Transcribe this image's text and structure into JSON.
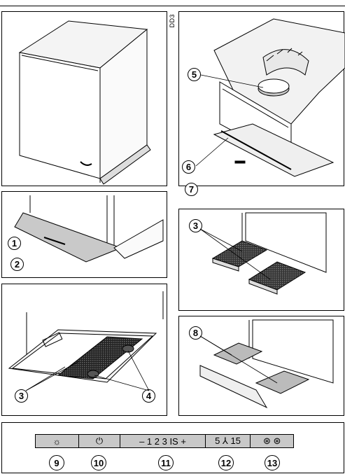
{
  "page_number": "DD3",
  "figures": {
    "fig2": {
      "callouts": [
        "5",
        "6",
        "7"
      ]
    },
    "fig3": {
      "callouts": [
        "1",
        "2"
      ]
    },
    "fig4": {
      "callouts": [
        "3"
      ]
    },
    "fig5": {
      "callouts": [
        "3",
        "4"
      ]
    },
    "fig6": {
      "callouts": [
        "8"
      ]
    }
  },
  "control_panel": {
    "segments": [
      {
        "icon": "light-icon",
        "text": "☼"
      },
      {
        "icon": "power-icon",
        "text": "⏻"
      },
      {
        "icon": "speed-controls",
        "text": "–  1  2  3  IS  +"
      },
      {
        "icon": "timer-fan-icon",
        "text": "5  ⅄  15"
      },
      {
        "icon": "filter-indicator-icons",
        "text": "⊛  ⊛"
      }
    ],
    "labels": [
      "9",
      "10",
      "11",
      "12",
      "13"
    ]
  }
}
